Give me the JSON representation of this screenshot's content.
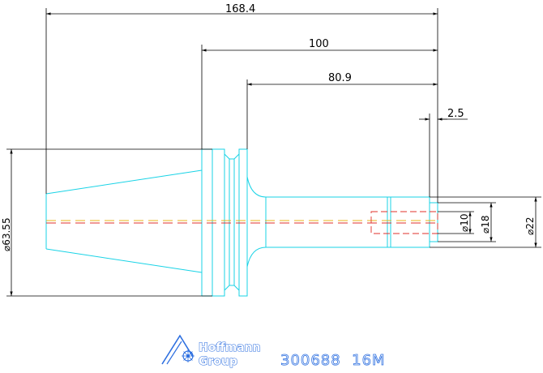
{
  "dimensions": {
    "overall_length": "168.4",
    "shank_length": "100",
    "projection_length": "80.9",
    "tip_offset": "2.5",
    "flange_diameter": "⌀63.55",
    "bore_diameter": "⌀10",
    "collet_diameter": "⌀18",
    "nose_diameter": "⌀22"
  },
  "logo": {
    "line1": "Hoffmann",
    "line2": "Group"
  },
  "part_number": "300688  16M",
  "colors": {
    "part_outline": "#19d3e6",
    "dimension": "#000000",
    "centerline_red": "#e0302b",
    "centerline_yellow": "#e8b51a",
    "logo_blue": "#2d6fe0"
  },
  "icons": {
    "logo_mark": "hoffmann-logo-icon"
  }
}
